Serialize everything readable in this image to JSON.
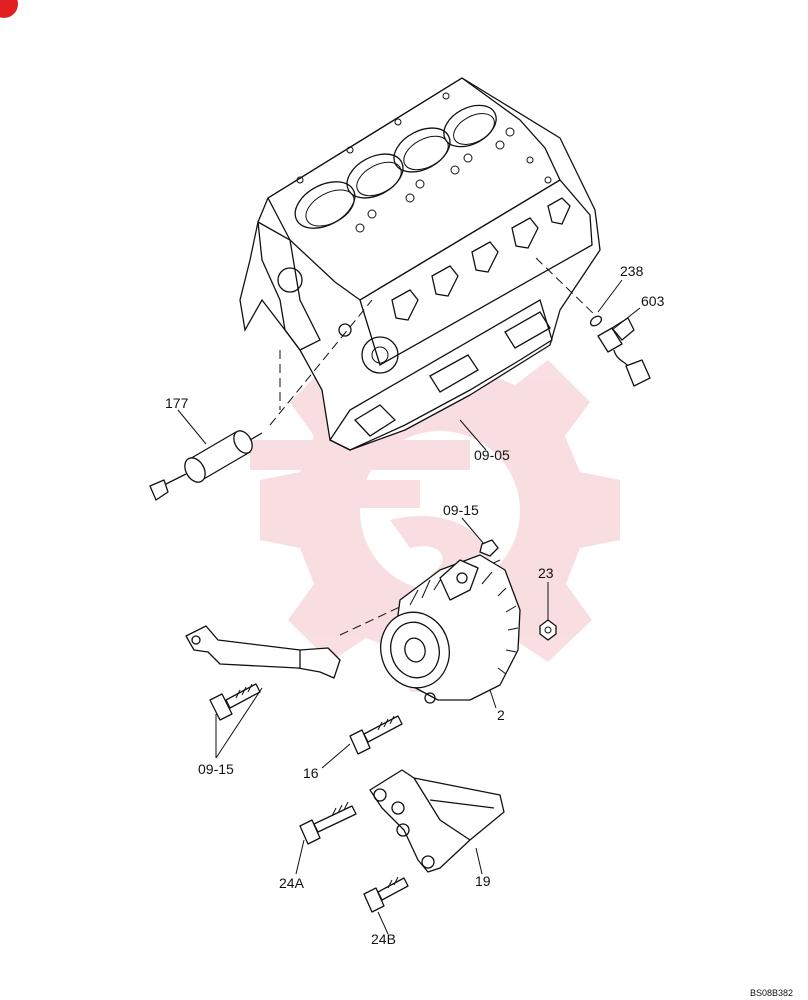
{
  "labels": {
    "l177": "177",
    "l238": "238",
    "l603": "603",
    "l0905": "09-05",
    "l0915a": "09-15",
    "l23": "23",
    "l2": "2",
    "l0915b": "09-15",
    "l16": "16",
    "l24a": "24A",
    "l19": "19",
    "l24b": "24B"
  },
  "drawing_code": "BS08B382",
  "colors": {
    "watermark": "#f4c4c8",
    "corner_badge": "#e02020",
    "line": "#111111"
  },
  "icons": {
    "corner": "corner-badge-icon"
  }
}
